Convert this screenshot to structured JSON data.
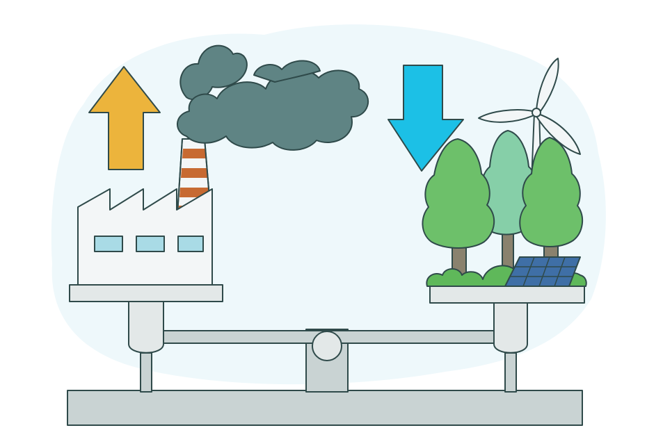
{
  "colors": {
    "background_blob": "#eef8fb",
    "outline": "#2f4a4a",
    "scale_gray": "#c9d3d3",
    "scale_light": "#e3e8e8",
    "factory_wall": "#f3f6f7",
    "factory_window": "#a9dbe6",
    "chimney_stripe": "#c76a32",
    "smoke": "#5f8484",
    "arrow_up": "#ecb43c",
    "arrow_down": "#1cc0e6",
    "tree_green": "#6dc06a",
    "tree_teal": "#86cfa8",
    "trunk": "#8a826e",
    "solar_panel": "#3f6fa6",
    "grass": "#5fb85a"
  },
  "scene": {
    "left_item": "factory-with-smoking-chimney",
    "right_item": "trees-wind-turbine-solar-panel",
    "left_arrow": "up",
    "right_arrow": "down"
  }
}
